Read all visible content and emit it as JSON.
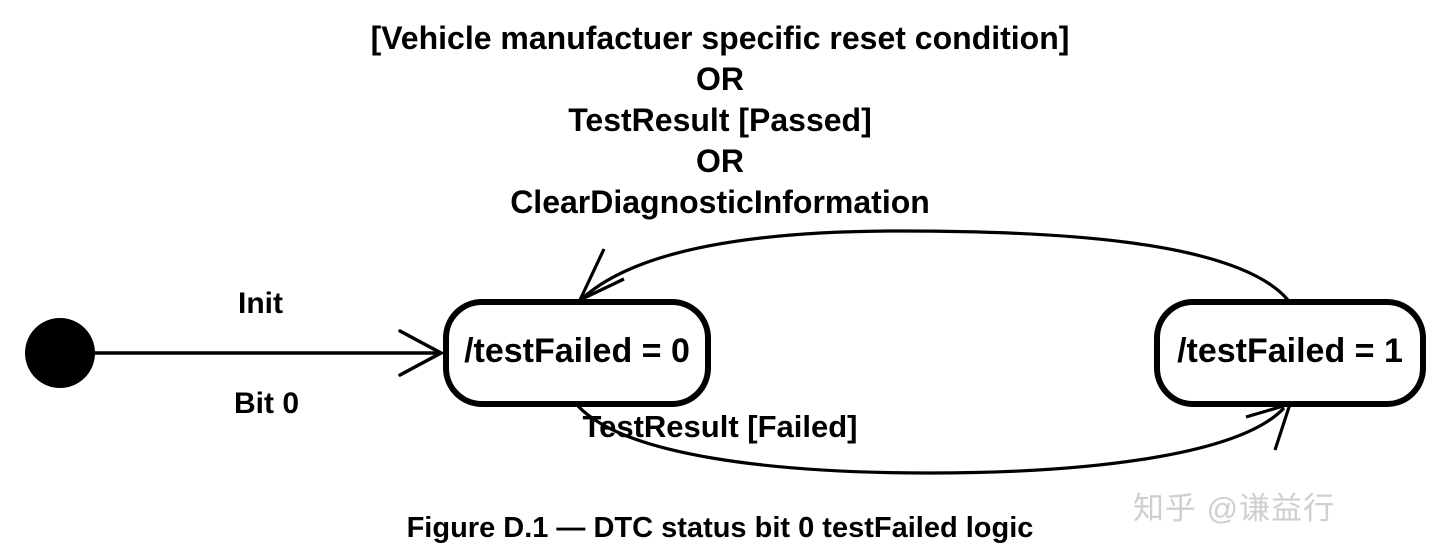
{
  "figure": {
    "caption": "Figure D.1 — DTC status bit 0 testFailed logic",
    "background_color": "#ffffff",
    "stroke_color": "#000000",
    "text_color": "#000000"
  },
  "guard_condition": {
    "lines": [
      "[Vehicle manufactuer specific reset condition]",
      "OR",
      "TestResult [Passed]",
      "OR",
      "ClearDiagnosticInformation"
    ]
  },
  "states": {
    "initial": {
      "name": "initial-pseudostate",
      "label": ""
    },
    "left": {
      "label": "/testFailed = 0"
    },
    "right": {
      "label": "/testFailed = 1"
    }
  },
  "transitions": {
    "init": {
      "label_above": "Init",
      "label_below": "Bit 0"
    },
    "reset": {
      "label": "[Vehicle manufactuer specific reset condition] OR TestResult [Passed] OR ClearDiagnosticInformation"
    },
    "fail": {
      "label": "TestResult [Failed]"
    }
  },
  "watermark": {
    "text": "知乎 @谦益行",
    "color": "#cfcfcf"
  }
}
